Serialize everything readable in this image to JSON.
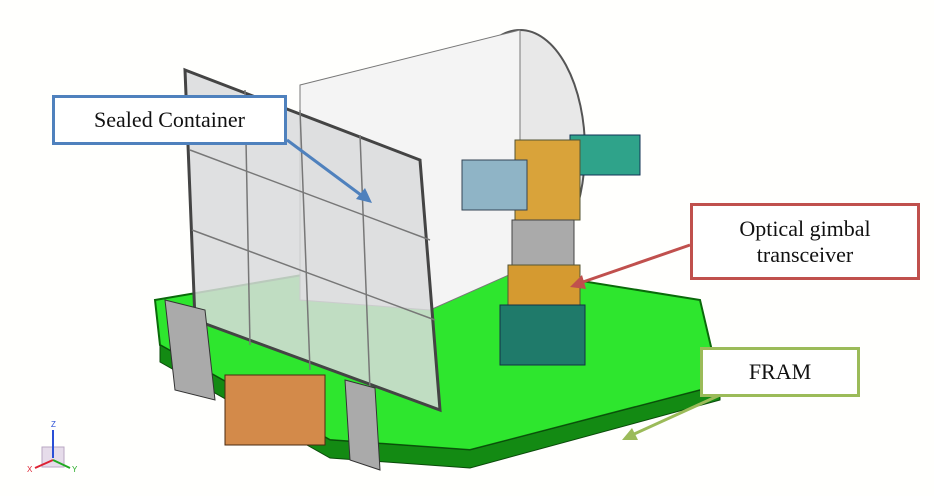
{
  "callouts": {
    "sealed_container": "Sealed Container",
    "optical_gimbal_line1": "Optical gimbal",
    "optical_gimbal_line2": "transceiver",
    "fram": "FRAM"
  },
  "axis_triad": {
    "x": "X",
    "y": "Y",
    "z": "Z"
  },
  "colors": {
    "blue": "#4f81bd",
    "red": "#c0504d",
    "green": "#9bbb59",
    "plate": "#22e022"
  }
}
